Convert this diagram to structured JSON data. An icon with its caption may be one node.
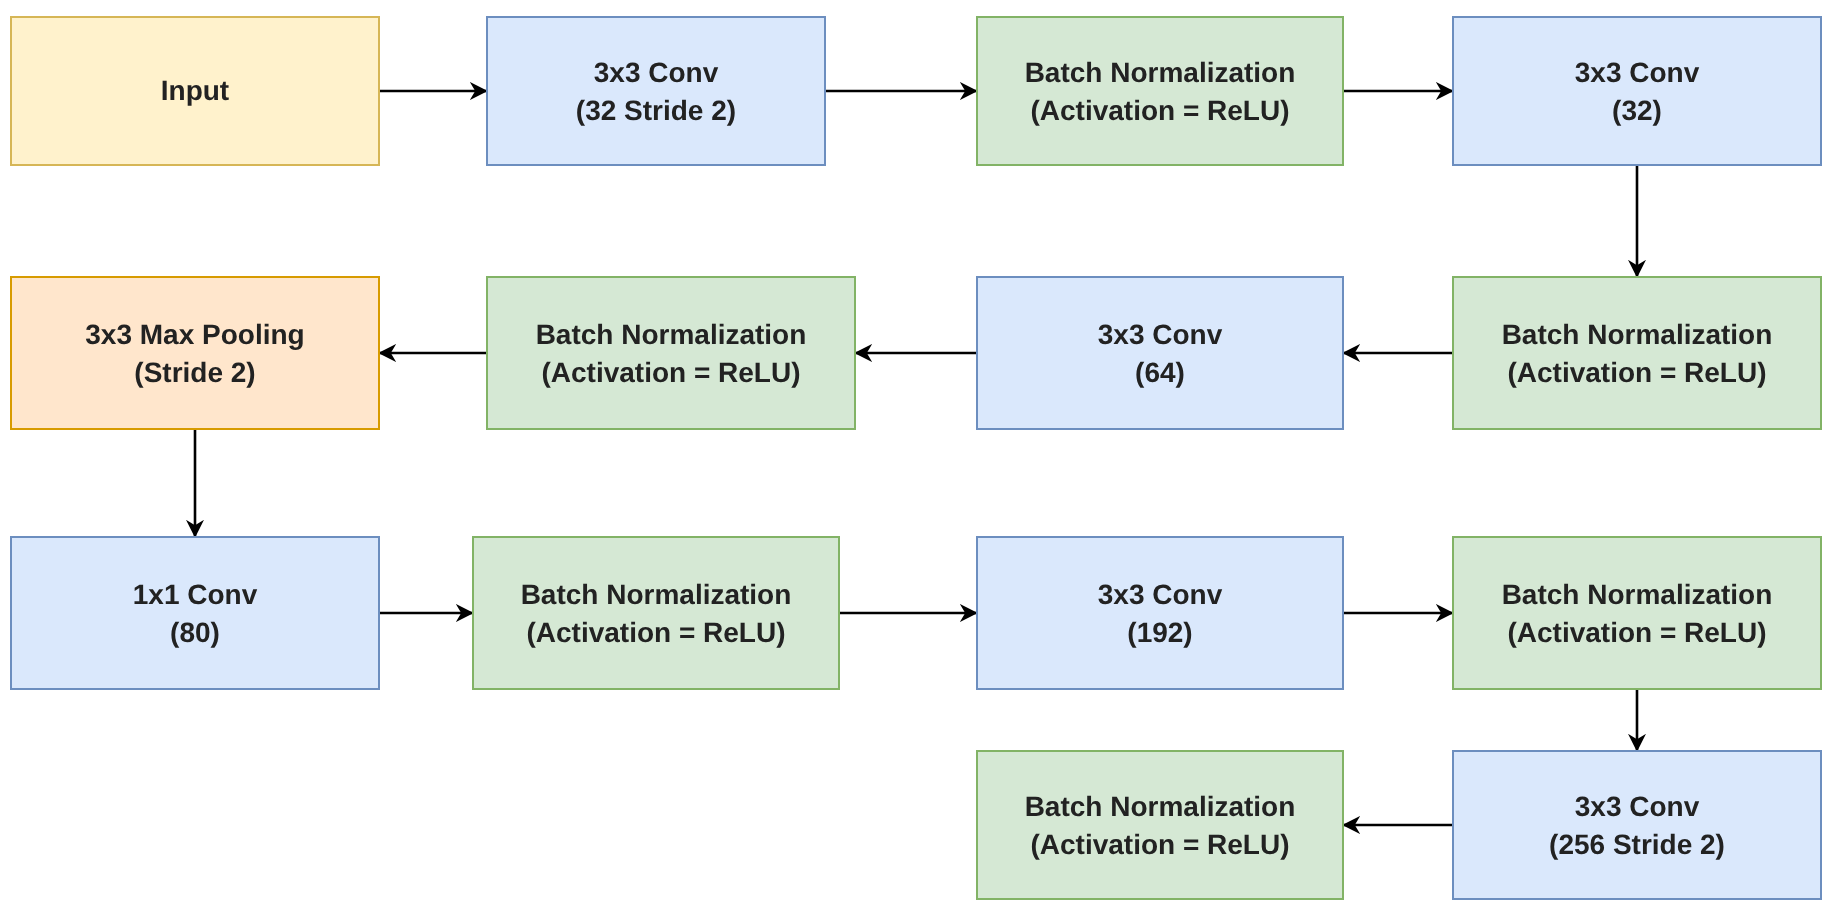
{
  "diagram": {
    "nodes": [
      {
        "text": [
          "Input"
        ]
      },
      {
        "text": [
          "3x3 Conv",
          "(32 Stride 2)"
        ]
      },
      {
        "text": [
          "Batch Normalization",
          "(Activation = ReLU)"
        ]
      },
      {
        "text": [
          "3x3 Conv",
          "(32)"
        ]
      },
      {
        "text": [
          "Batch Normalization",
          "(Activation = ReLU)"
        ]
      },
      {
        "text": [
          "3x3 Conv",
          "(64)"
        ]
      },
      {
        "text": [
          "Batch Normalization",
          "(Activation = ReLU)"
        ]
      },
      {
        "text": [
          "3x3 Max Pooling",
          "(Stride 2)"
        ]
      },
      {
        "text": [
          "1x1 Conv",
          "(80)"
        ]
      },
      {
        "text": [
          "Batch Normalization",
          "(Activation = ReLU)"
        ]
      },
      {
        "text": [
          "3x3 Conv",
          "(192)"
        ]
      },
      {
        "text": [
          "Batch Normalization",
          "(Activation = ReLU)"
        ]
      },
      {
        "text": [
          "3x3 Conv",
          "(256 Stride 2)"
        ]
      },
      {
        "text": [
          "Batch Normalization",
          "(Activation = ReLU)"
        ]
      }
    ],
    "edges": [
      {
        "from": 0,
        "to": 1,
        "arrow": "to"
      },
      {
        "from": 1,
        "to": 2,
        "arrow": "to"
      },
      {
        "from": 2,
        "to": 3,
        "arrow": "to"
      },
      {
        "from": 3,
        "to": 4,
        "arrow": "to"
      },
      {
        "from": 4,
        "to": 5,
        "arrow": "to"
      },
      {
        "from": 5,
        "to": 6,
        "arrow": "to"
      },
      {
        "from": 6,
        "to": 7,
        "arrow": "to"
      },
      {
        "from": 7,
        "to": 8,
        "arrow": "to"
      },
      {
        "from": 8,
        "to": 9,
        "arrow": "to"
      },
      {
        "from": 9,
        "to": 10,
        "arrow": "to"
      },
      {
        "from": 10,
        "to": 11,
        "arrow": "to"
      },
      {
        "from": 11,
        "to": 12,
        "arrow": "to"
      },
      {
        "from": 12,
        "to": 13,
        "arrow": "to"
      }
    ]
  }
}
